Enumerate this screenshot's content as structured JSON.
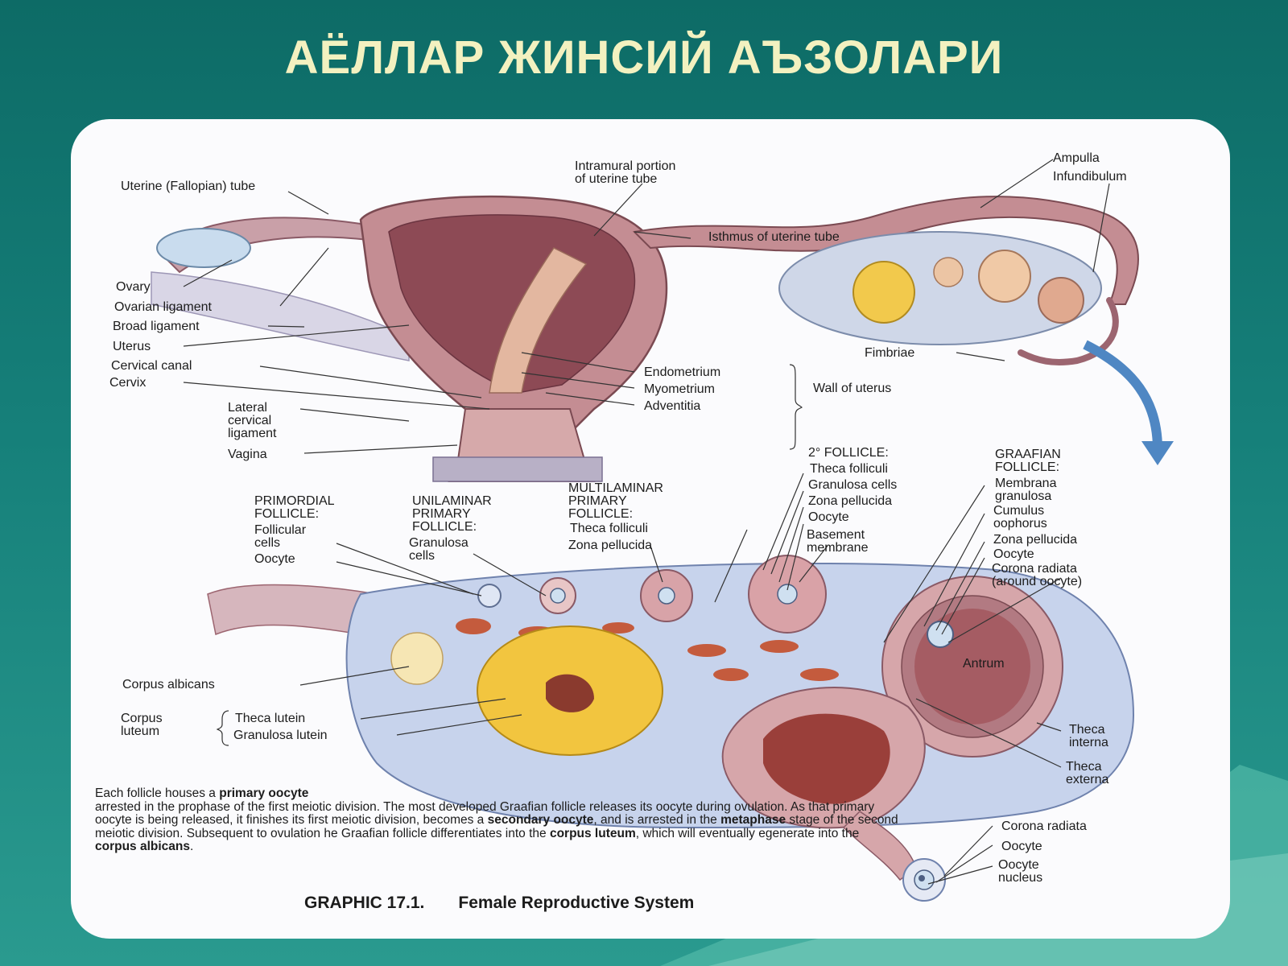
{
  "slide": {
    "title": "АЁЛЛАР ЖИНСИЙ АЪЗОЛАРИ"
  },
  "upper_labels": {
    "uterine_tube": "Uterine (Fallopian) tube",
    "intramural_line1": "Intramural portion",
    "intramural_line2": "of uterine tube",
    "ampulla": "Ampulla",
    "infundibulum": "Infundibulum",
    "isthmus": "Isthmus of uterine tube",
    "ovary": "Ovary",
    "ovarian_ligament": "Ovarian ligament",
    "broad_ligament": "Broad ligament",
    "uterus": "Uterus",
    "cervical_canal": "Cervical canal",
    "cervix": "Cervix",
    "lateral_cervical_line1": "Lateral",
    "lateral_cervical_line2": "cervical",
    "lateral_cervical_line3": "ligament",
    "vagina": "Vagina",
    "fimbriae": "Fimbriae",
    "endometrium": "Endometrium",
    "myometrium": "Myometrium",
    "adventitia": "Adventitia",
    "wall_of_uterus": "Wall of uterus"
  },
  "follicle_labels": {
    "primordial_line1": "PRIMORDIAL",
    "primordial_line2": "FOLLICLE:",
    "follicular_cells_line1": "Follicular",
    "follicular_cells_line2": "cells",
    "oocyte_primordial": "Oocyte",
    "unilaminar_line1": "UNILAMINAR",
    "unilaminar_line2": "PRIMARY",
    "unilaminar_line3": "FOLLICLE:",
    "granulosa_cells_line1": "Granulosa",
    "granulosa_cells_line2": "cells",
    "multilaminar_line1": "MULTILAMINAR",
    "multilaminar_line2": "PRIMARY",
    "multilaminar_line3": "FOLLICLE:",
    "theca_folliculi_multi": "Theca folliculi",
    "zona_pellucida_multi": "Zona pellucida",
    "secondary_header": "2° FOLLICLE:",
    "theca_folliculi_2": "Theca folliculi",
    "granulosa_cells_2": "Granulosa cells",
    "zona_pellucida_2": "Zona pellucida",
    "oocyte_2": "Oocyte",
    "basement_line1": "Basement",
    "basement_line2": "membrane",
    "graafian_line1": "GRAAFIAN",
    "graafian_line2": "FOLLICLE:",
    "membrana_line1": "Membrana",
    "membrana_line2": "granulosa",
    "cumulus_line1": "Cumulus",
    "cumulus_line2": "oophorus",
    "zona_pellucida_g": "Zona pellucida",
    "oocyte_g": "Oocyte",
    "corona_radiata_line1": "Corona radiata",
    "corona_radiata_line2": "(around oocyte)",
    "antrum": "Antrum",
    "corpus_albicans": "Corpus albicans",
    "corpus_line1": "Corpus",
    "corpus_line2": "luteum",
    "theca_lutein": "Theca lutein",
    "granulosa_lutein": "Granulosa lutein",
    "theca_interna_line1": "Theca",
    "theca_interna_line2": "interna",
    "theca_externa_line1": "Theca",
    "theca_externa_line2": "externa",
    "corona_radiata_ov": "Corona radiata",
    "oocyte_ov": "Oocyte",
    "oocyte_nucleus_line1": "Oocyte",
    "oocyte_nucleus_line2": "nucleus"
  },
  "caption": {
    "p1": "Each follicle houses a ",
    "b1": "primary oocyte",
    "p2": "arrested in the prophase of the first meiotic division.  The most developed Graafian follicle releases its oocyte during ovulation.  As that primary oocyte is being released, it finishes its first meiotic division, becomes a ",
    "b2": "secondary oocyte",
    "p3": ", and is arrested in the ",
    "b3": "metaphase",
    "p4": " stage of the second meiotic division.  Subsequent to ovulation he Graafian follicle differentiates into the ",
    "b4": "corpus luteum",
    "p5": ", which will eventually egenerate into the ",
    "b5": "corpus albicans",
    "p6": "."
  },
  "graphic_title": {
    "number": "GRAPHIC 17.1.",
    "name": "Female Reproductive System"
  },
  "colors": {
    "title": "#f3f1c0",
    "background": "#0d6b66",
    "panel": "#fbfbfd"
  }
}
